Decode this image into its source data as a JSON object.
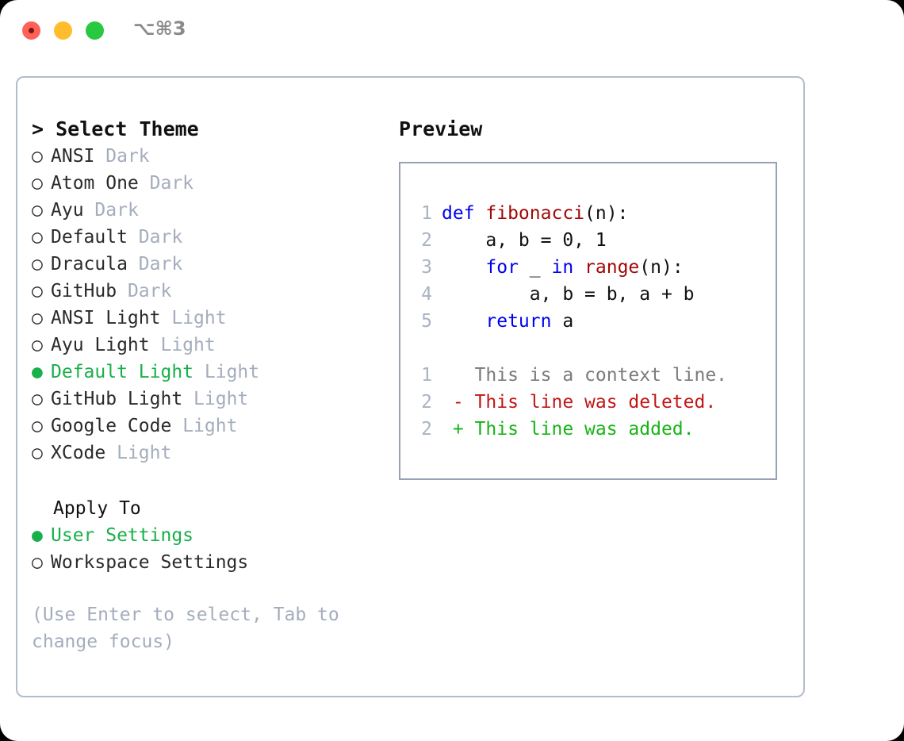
{
  "window": {
    "title": "⌥⌘3",
    "traffic_lights": [
      "close-red",
      "minimize-yellow",
      "maximize-green"
    ]
  },
  "left": {
    "header": "> Select Theme",
    "bullet_selected": "●",
    "bullet_unselected": "○",
    "themes": [
      {
        "bullet": "○",
        "name": "ANSI",
        "tag": "Dark",
        "selected": false
      },
      {
        "bullet": "○",
        "name": "Atom One",
        "tag": "Dark",
        "selected": false
      },
      {
        "bullet": "○",
        "name": "Ayu",
        "tag": "Dark",
        "selected": false
      },
      {
        "bullet": "○",
        "name": "Default",
        "tag": "Dark",
        "selected": false
      },
      {
        "bullet": "○",
        "name": "Dracula",
        "tag": "Dark",
        "selected": false
      },
      {
        "bullet": "○",
        "name": "GitHub",
        "tag": "Dark",
        "selected": false
      },
      {
        "bullet": "○",
        "name": "ANSI Light",
        "tag": "Light",
        "selected": false
      },
      {
        "bullet": "○",
        "name": "Ayu Light",
        "tag": "Light",
        "selected": false
      },
      {
        "bullet": "●",
        "name": "Default Light",
        "tag": "Light",
        "selected": true
      },
      {
        "bullet": "○",
        "name": "GitHub Light",
        "tag": "Light",
        "selected": false
      },
      {
        "bullet": "○",
        "name": "Google Code",
        "tag": "Light",
        "selected": false
      },
      {
        "bullet": "○",
        "name": "XCode",
        "tag": "Light",
        "selected": false
      }
    ],
    "apply_to_header": "Apply To",
    "apply_to": [
      {
        "bullet": "●",
        "label": "User Settings",
        "selected": true
      },
      {
        "bullet": "○",
        "label": "Workspace Settings",
        "selected": false
      }
    ],
    "hint": "(Use Enter to select, Tab to change focus)"
  },
  "right": {
    "header": "Preview",
    "code_lines": [
      {
        "num": "1",
        "tokens": [
          {
            "t": "def ",
            "c": "kw"
          },
          {
            "t": "fibonacci",
            "c": "fn"
          },
          {
            "t": "(n):",
            "c": "plain"
          }
        ]
      },
      {
        "num": "2",
        "tokens": [
          {
            "t": "    a, b = 0, 1",
            "c": "plain"
          }
        ]
      },
      {
        "num": "3",
        "tokens": [
          {
            "t": "    ",
            "c": "plain"
          },
          {
            "t": "for",
            "c": "kw"
          },
          {
            "t": " _ ",
            "c": "plain"
          },
          {
            "t": "in ",
            "c": "kw"
          },
          {
            "t": "range",
            "c": "fn"
          },
          {
            "t": "(n):",
            "c": "plain"
          }
        ]
      },
      {
        "num": "4",
        "tokens": [
          {
            "t": "        a, b = b, a + b",
            "c": "plain"
          }
        ]
      },
      {
        "num": "5",
        "tokens": [
          {
            "t": "    ",
            "c": "plain"
          },
          {
            "t": "return",
            "c": "kw"
          },
          {
            "t": " a",
            "c": "plain"
          }
        ]
      }
    ],
    "diff_lines": [
      {
        "num": "1",
        "tokens": [
          {
            "t": "   This is a context line.",
            "c": "ctx"
          }
        ]
      },
      {
        "num": "2",
        "tokens": [
          {
            "t": " - This line was deleted.",
            "c": "del"
          }
        ]
      },
      {
        "num": "2",
        "tokens": [
          {
            "t": " + This line was added.",
            "c": "add"
          }
        ]
      }
    ]
  },
  "colors": {
    "accent_green": "#18b04a",
    "muted": "#a4adbd",
    "panel_border": "#b3bdcc",
    "preview_border": "#96a2b4",
    "keyword_blue": "#0000f0",
    "function_red": "#a00808",
    "diff_add": "#17b417",
    "diff_del": "#c21616",
    "diff_ctx": "#7b7b7b",
    "line_number": "#a9b3c2",
    "traffic_red": "#ff6058",
    "traffic_yellow": "#ffbd2e",
    "traffic_green": "#28c840"
  }
}
